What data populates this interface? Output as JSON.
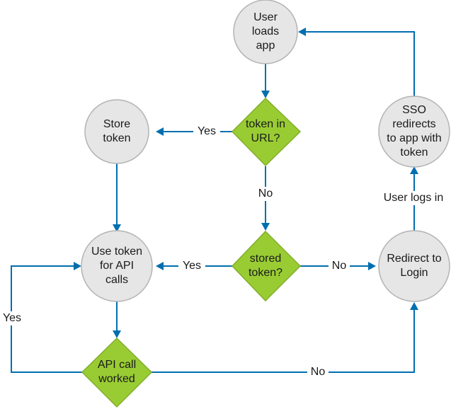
{
  "colors": {
    "circle_fill": "#e6e6e6",
    "circle_stroke": "#b3b3b3",
    "diamond_fill": "#99cc33",
    "arrow": "#006eaf",
    "text": "#1a1a1a"
  },
  "nodes": {
    "user_loads_app": {
      "lines": [
        "User",
        "loads",
        "app"
      ]
    },
    "token_in_url": {
      "lines": [
        "token in",
        "URL?"
      ]
    },
    "store_token": {
      "lines": [
        "Store",
        "token"
      ]
    },
    "stored_token": {
      "lines": [
        "stored",
        "token?"
      ]
    },
    "use_token": {
      "lines": [
        "Use token",
        "for API",
        "calls"
      ]
    },
    "api_call_worked": {
      "lines": [
        "API call",
        "worked"
      ]
    },
    "redirect_login": {
      "lines": [
        "Redirect to",
        "Login"
      ]
    },
    "sso_redirects": {
      "lines": [
        "SSO",
        "redirects",
        "to app with",
        "token"
      ]
    }
  },
  "edges": {
    "url_yes": "Yes",
    "url_no": "No",
    "stored_yes": "Yes",
    "stored_no": "No",
    "api_yes": "Yes",
    "api_no": "No",
    "user_logs_in": "User logs in"
  }
}
